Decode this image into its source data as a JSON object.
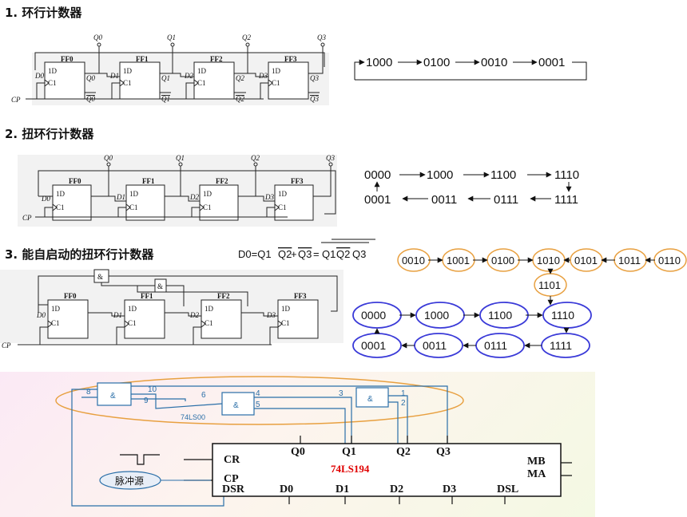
{
  "section1": {
    "title": "1. 环行计数器",
    "outputs": [
      "Q0",
      "Q1",
      "Q2",
      "Q3"
    ],
    "ffs": [
      "FF0",
      "FF1",
      "FF2",
      "FF3"
    ],
    "d_inputs": [
      "D0",
      "D1",
      "D2",
      "D3"
    ],
    "block_labels": {
      "d": "1D",
      "c": "C1"
    },
    "q_label": "Q",
    "qbar_label": "Q",
    "cp_label": "CP",
    "sequence": [
      "1000",
      "0100",
      "0010",
      "0001"
    ]
  },
  "section2": {
    "title": "2. 扭环行计数器",
    "outputs": [
      "Q0",
      "Q1",
      "Q2",
      "Q3"
    ],
    "ffs": [
      "FF0",
      "FF1",
      "FF2",
      "FF3"
    ],
    "d_inputs": [
      "D0",
      "D1",
      "D2",
      "D3"
    ],
    "block_labels": {
      "d": "1D",
      "c": "C1"
    },
    "cp_label": "CP",
    "top_row": [
      "0000",
      "1000",
      "1100",
      "1110"
    ],
    "bottom_row": [
      "0001",
      "0011",
      "0111",
      "1111"
    ]
  },
  "section3": {
    "title": "3. 能自启动的扭环行计数器",
    "equation": {
      "lhs": "D0=Q1",
      "t1": "Q2",
      "plus": "+",
      "t2": "Q3",
      "eq2": "=",
      "t3": "Q1",
      "t4": "Q2",
      "t5": "Q3"
    },
    "gate_symbol": "&",
    "ffs": [
      "FF0",
      "FF1",
      "FF2",
      "FF3"
    ],
    "d_inputs": [
      "D0",
      "D1",
      "D2",
      "D3"
    ],
    "block_labels": {
      "d": "1D",
      "c": "C1"
    },
    "cp_label": "CP",
    "invalid_row": [
      "0010",
      "1001",
      "0100",
      "1010",
      "0101",
      "1011",
      "0110"
    ],
    "invalid_extra": "1101",
    "valid_top": [
      "0000",
      "1000",
      "1100",
      "1110"
    ],
    "valid_bottom": [
      "0001",
      "0011",
      "0111",
      "1111"
    ]
  },
  "section4": {
    "gate_symbol": "&",
    "gate_chip": "74LS00",
    "pins": {
      "g1_in": "8",
      "g1_in2": "9",
      "g1_out": "10",
      "g2_in": "6",
      "g2_a": "4",
      "g2_b": "5",
      "g3_in": "3",
      "g3_a": "1",
      "g3_b": "2"
    },
    "chip_name": "74LS194",
    "chip_pins": {
      "cr": "CR",
      "cp": "CP",
      "dsr": "DSR",
      "mb": "MB",
      "ma": "MA",
      "dsl": "DSL"
    },
    "q_outputs": [
      "Q0",
      "Q1",
      "Q2",
      "Q3"
    ],
    "d_inputs": [
      "D0",
      "D1",
      "D2",
      "D3"
    ],
    "pulse_source": "脉冲源"
  },
  "colors": {
    "orange": "#e8a040",
    "blue": "#3a3ad8",
    "chip_text": "#e00000",
    "bg_grad_a": "#fbe9f5",
    "bg_grad_b": "#f4f9e3"
  }
}
